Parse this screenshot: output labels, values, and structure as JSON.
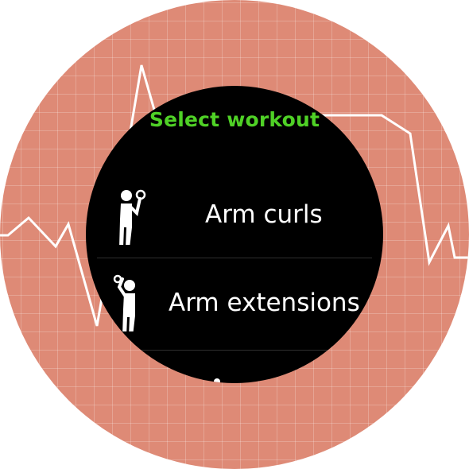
{
  "screen": {
    "title": "Select workout",
    "colors": {
      "title": "#4fd126",
      "face_background": "#de8a76",
      "screen_background": "#000000",
      "label": "#ffffff"
    }
  },
  "workouts": [
    {
      "label": "Arm curls",
      "icon": "arm-curl-figure-icon"
    },
    {
      "label": "Arm extensions",
      "icon": "arm-extension-figure-icon"
    },
    {
      "label": "",
      "icon": "workout-figure-icon"
    }
  ],
  "decor": {
    "background": "heart-rate-grid",
    "line": "ecg-waveform"
  }
}
